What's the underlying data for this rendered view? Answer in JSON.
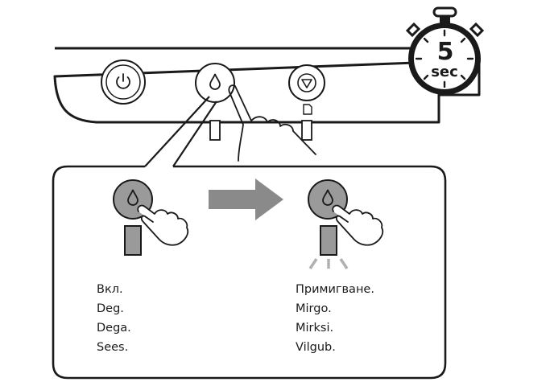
{
  "timer": {
    "value": "5",
    "unit": "sec",
    "icon": "stopwatch-icon"
  },
  "panel_buttons": [
    {
      "name": "power",
      "icon": "power-icon"
    },
    {
      "name": "ink",
      "icon": "ink-drop-icon"
    },
    {
      "name": "stop",
      "icon": "stop-icon"
    }
  ],
  "states": {
    "before": {
      "lines": [
        "Вкл.",
        "Deg.",
        "Dega.",
        "Sees."
      ]
    },
    "after": {
      "lines": [
        "Примигване.",
        "Mirgo.",
        "Mirksi.",
        "Vilgub."
      ]
    }
  },
  "colors": {
    "line": "#1a1a1a",
    "button_gray": "#9a9a9a",
    "arrow": "#8a8a8a",
    "blink": "#b0b0b0"
  }
}
